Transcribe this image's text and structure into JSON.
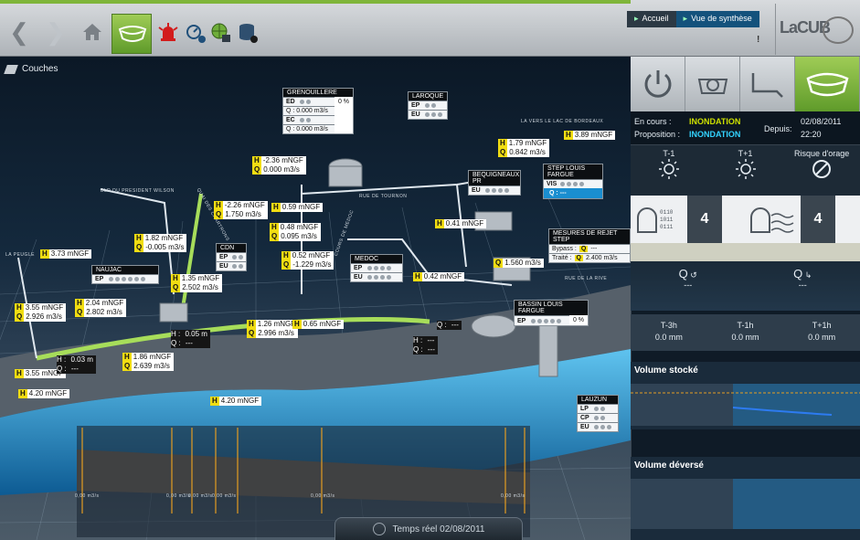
{
  "toolbar": {
    "icons": [
      "back-icon",
      "forward-icon",
      "home-icon",
      "inondation-mode-icon",
      "alarm-icon",
      "measure-icon",
      "network-icon",
      "database-icon"
    ],
    "exclamation": "!"
  },
  "breadcrumb": {
    "home": "Accueil",
    "current": "Vue de synthèse"
  },
  "logo": "LaCUB",
  "map": {
    "layers_label": "Couches",
    "time_label": "Temps réel 02/08/2011",
    "streets": [
      "BLD DU PRESIDENT WILSON",
      "LA PEUGLE",
      "QUAI DES CHARTRONS",
      "COURS DE MEDOC",
      "RUE DE TOURNON",
      "RUE DE LA RIVE",
      "LA VERS LE LAC DE BORDEAUX"
    ],
    "readings": [
      {
        "id": "r1",
        "H": "3.73 mNGF"
      },
      {
        "id": "r2",
        "H": "3.55 mNGF",
        "Q": "2.926 m3/s"
      },
      {
        "id": "r3",
        "H": "2.04 mNGF",
        "Q": "2.802 m3/s"
      },
      {
        "id": "r4",
        "H": "1.82 mNGF",
        "Q": "-0.005 m3/s"
      },
      {
        "id": "r5",
        "H": "1.35 mNGF",
        "Q": "2.502 m3/s"
      },
      {
        "id": "r6",
        "H": "-2.26 mNGF",
        "Q": "1.750 m3/s"
      },
      {
        "id": "r7",
        "H": "-2.36 mNGF",
        "Q": "0.000 m3/s"
      },
      {
        "id": "r8",
        "H": "0.59 mNGF"
      },
      {
        "id": "r9",
        "H": "0.48 mNGF",
        "Q": "0.095 m3/s"
      },
      {
        "id": "r10",
        "H": "0.52 mNGF",
        "Q": "-1.229 m3/s"
      },
      {
        "id": "r11",
        "H": "1.26 mNGF",
        "Q": "2.996 m3/s"
      },
      {
        "id": "r12",
        "H": "0.65 mNGF"
      },
      {
        "id": "r13",
        "H": "1.86 mNGF",
        "Q": "2.639 m3/s"
      },
      {
        "id": "r14",
        "H": "3.55 mNGF"
      },
      {
        "id": "r15",
        "H": "4.20 mNGF"
      },
      {
        "id": "r16",
        "H": "4.20 mNGF"
      },
      {
        "id": "r17",
        "H": "0.41 mNGF"
      },
      {
        "id": "r18",
        "H": "0.42 mNGF"
      },
      {
        "id": "r19",
        "H": "1.79 mNGF",
        "Q": "0.842 m3/s"
      },
      {
        "id": "r20",
        "H": "3.89 mNGF"
      },
      {
        "id": "r21",
        "Q": "1.560 m3/s"
      },
      {
        "id": "r22",
        "H": "0.03 m",
        "Q": "---"
      },
      {
        "id": "r23",
        "H": "0.05 m",
        "Q": "---"
      },
      {
        "id": "r24",
        "H": "---",
        "Q": "---"
      },
      {
        "id": "r25",
        "Q": "---"
      }
    ],
    "cards": {
      "grenouillere": {
        "title": "GRENOUILLERE",
        "ed": "ED",
        "ec": "EC",
        "q1": "Q : 0.000 m3/s",
        "q2": "Q : 0.000 m3/s",
        "pct": "0 %"
      },
      "laroque": {
        "title": "LAROQUE",
        "ep": "EP",
        "eu": "EU"
      },
      "naujac": {
        "title": "NAUJAC",
        "ep": "EP"
      },
      "cdn": {
        "title": "CDN",
        "ep": "EP",
        "eu": "EU"
      },
      "medoc": {
        "title": "MEDOC",
        "ep": "EP",
        "eu": "EU"
      },
      "bequigneaux": {
        "title": "BEQUIGNEAUX PR",
        "eu": "EU"
      },
      "step_louis": {
        "title": "STEP LOUIS FARGUE",
        "vis": "VIS",
        "q": "Q : ---"
      },
      "rejet": {
        "title": "MESURES DE REJET STEP",
        "bypass": "Bypass :",
        "bypass_q": "Q",
        "bypass_v": "---",
        "traite": "Traité :",
        "traite_q": "Q",
        "traite_v": "2.400 m3/s"
      },
      "bassin": {
        "title": "BASSIN LOUIS FARGUE",
        "ep": "EP",
        "pct": "0 %"
      },
      "lauzun": {
        "title": "LAUZUN",
        "lp": "LP",
        "cp": "CP",
        "eu": "EU"
      }
    },
    "timeline_labels": [
      "0,00 m3/s",
      "0,00 m3/s",
      "0,00 m3/s",
      "0,00 m3/s",
      "0,00 m3/s",
      "0,00 m3/s"
    ]
  },
  "panel": {
    "modes": [
      "power-icon",
      "cycle-icon",
      "drain-icon",
      "inondation-icon"
    ],
    "status": {
      "encours_label": "En cours :",
      "encours_value": "INONDATION",
      "proposition_label": "Proposition :",
      "proposition_value": "INONDATION",
      "depuis_label": "Depuis:",
      "date": "02/08/2011",
      "time": "22:20"
    },
    "weather": [
      {
        "label": "T-1",
        "icon": "sun-icon"
      },
      {
        "label": "T+1",
        "icon": "sun-icon"
      },
      {
        "label": "Risque d'orage",
        "icon": "no-icon"
      }
    ],
    "alerts": [
      {
        "icon": "bell-binary-icon",
        "count": "4"
      },
      {
        "icon": "bell-wave-icon",
        "count": "4"
      }
    ],
    "flows": [
      {
        "label": "Q",
        "value": "---"
      },
      {
        "label": "Q",
        "value": "---"
      }
    ],
    "rain": [
      {
        "label": "T-3h",
        "value": "0.0 mm"
      },
      {
        "label": "T-1h",
        "value": "0.0 mm"
      },
      {
        "label": "T+1h",
        "value": "0.0 mm"
      }
    ],
    "volume_stocke": "Volume stocké",
    "volume_deverse": "Volume déversé",
    "colors": {
      "accent": "#7fb53a",
      "yellow": "#f1dd12",
      "cyan": "#33d3ff",
      "lime": "#cde000"
    }
  }
}
